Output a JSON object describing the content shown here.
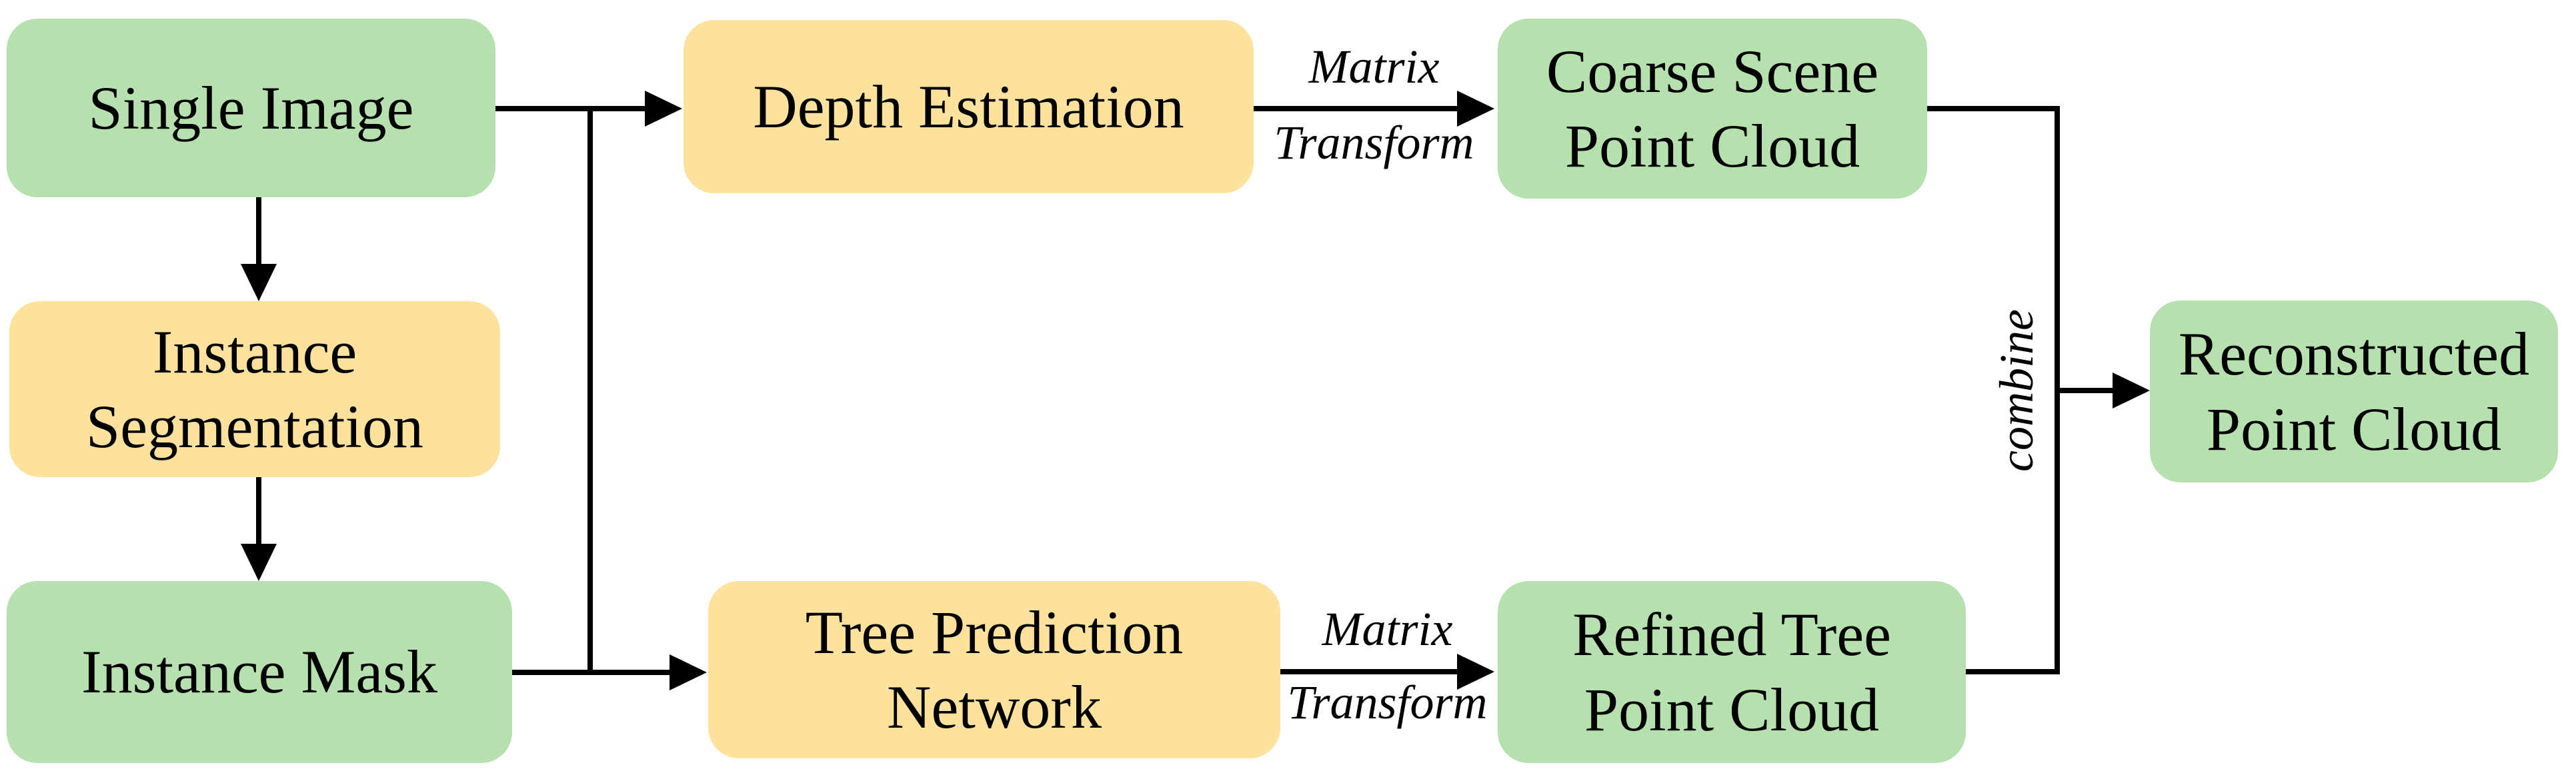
{
  "diagram": {
    "type": "flowchart",
    "background": "#ffffff",
    "colors": {
      "node_green": "#b7e0af",
      "node_yellow": "#fce29d",
      "connector": "#000000",
      "text": "#000000"
    },
    "nodes": [
      {
        "id": "single-image",
        "label": "Single Image",
        "fill": "green"
      },
      {
        "id": "instance-segmentation",
        "label": "Instance\nSegmentation",
        "fill": "yellow"
      },
      {
        "id": "instance-mask",
        "label": "Instance Mask",
        "fill": "green"
      },
      {
        "id": "depth-estimation",
        "label": "Depth Estimation",
        "fill": "yellow"
      },
      {
        "id": "tree-prediction-network",
        "label": "Tree Prediction\nNetwork",
        "fill": "yellow"
      },
      {
        "id": "coarse-scene-point-cloud",
        "label": "Coarse Scene\nPoint Cloud",
        "fill": "green"
      },
      {
        "id": "refined-tree-point-cloud",
        "label": "Refined Tree\nPoint Cloud",
        "fill": "green"
      },
      {
        "id": "reconstructed-point-cloud",
        "label": "Reconstructed\nPoint Cloud",
        "fill": "green"
      }
    ],
    "edge_labels": {
      "matrix_transform_top": {
        "line1": "Matrix",
        "line2": "Transform"
      },
      "matrix_transform_bottom": {
        "line1": "Matrix",
        "line2": "Transform"
      },
      "combine": "combine"
    },
    "edges": [
      {
        "from": "single-image",
        "to": "instance-segmentation",
        "label": ""
      },
      {
        "from": "instance-segmentation",
        "to": "instance-mask",
        "label": ""
      },
      {
        "from": "single-image",
        "to": "depth-estimation",
        "label": ""
      },
      {
        "from": "single-image",
        "to": "tree-prediction-network",
        "label": ""
      },
      {
        "from": "instance-mask",
        "to": "depth-estimation",
        "label": ""
      },
      {
        "from": "instance-mask",
        "to": "tree-prediction-network",
        "label": ""
      },
      {
        "from": "depth-estimation",
        "to": "coarse-scene-point-cloud",
        "label": "Matrix Transform"
      },
      {
        "from": "tree-prediction-network",
        "to": "refined-tree-point-cloud",
        "label": "Matrix Transform"
      },
      {
        "from": "coarse-scene-point-cloud",
        "to": "reconstructed-point-cloud",
        "label": "combine"
      },
      {
        "from": "refined-tree-point-cloud",
        "to": "reconstructed-point-cloud",
        "label": "combine"
      }
    ]
  }
}
